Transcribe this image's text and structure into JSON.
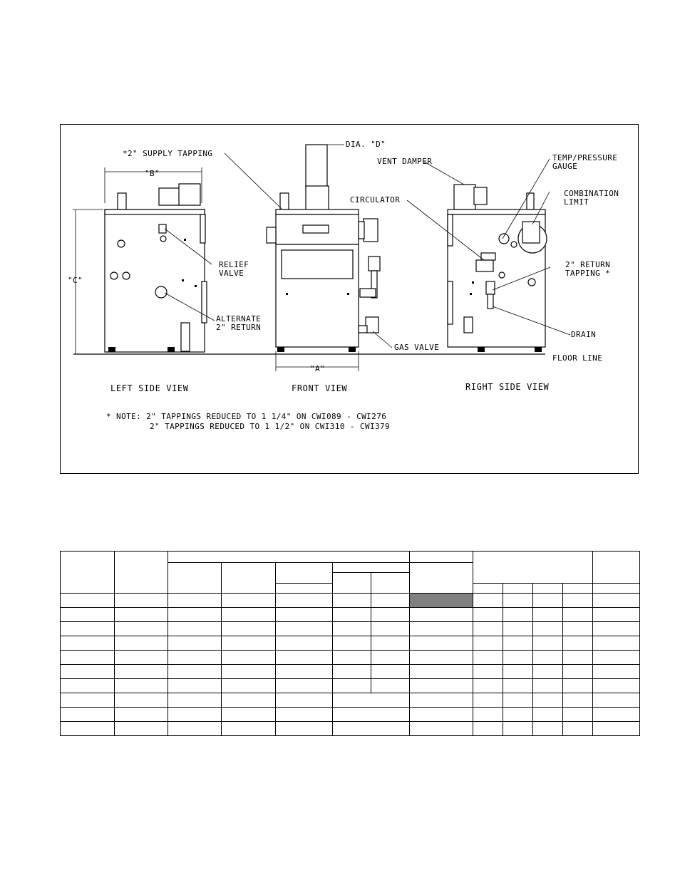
{
  "diagram": {
    "labels": {
      "supply_tapping": "*2\" SUPPLY TAPPING",
      "dia_d": "DIA. \"D\"",
      "b_dim": "\"B\"",
      "c_dim": "\"C\"",
      "a_dim": "\"A\"",
      "vent_damper": "VENT DAMPER",
      "temp_pressure_1": "TEMP/PRESSURE",
      "temp_pressure_2": "GAUGE",
      "circulator": "CIRCULATOR",
      "combination_1": "COMBINATION",
      "combination_2": "LIMIT",
      "relief_1": "RELIEF",
      "relief_2": "VALVE",
      "return_tapping_1": "2\" RETURN",
      "return_tapping_2": "TAPPING *",
      "alternate_1": "ALTERNATE",
      "alternate_2": "2\" RETURN",
      "drain": "DRAIN",
      "gas_valve": "GAS VALVE",
      "floor_line": "FLOOR LINE"
    },
    "views": {
      "left": "LEFT SIDE VIEW",
      "front": "FRONT VIEW",
      "right": "RIGHT SIDE VIEW"
    },
    "note": {
      "line1": "* NOTE: 2\" TAPPINGS REDUCED TO 1 1/4\" ON CWI089 - CWI276",
      "line2": "2\" TAPPINGS REDUCED TO 1 1/2\" ON CWI310 - CWI379"
    }
  },
  "table": {
    "shaded_cell_color": "#808080",
    "row_count": 10
  }
}
